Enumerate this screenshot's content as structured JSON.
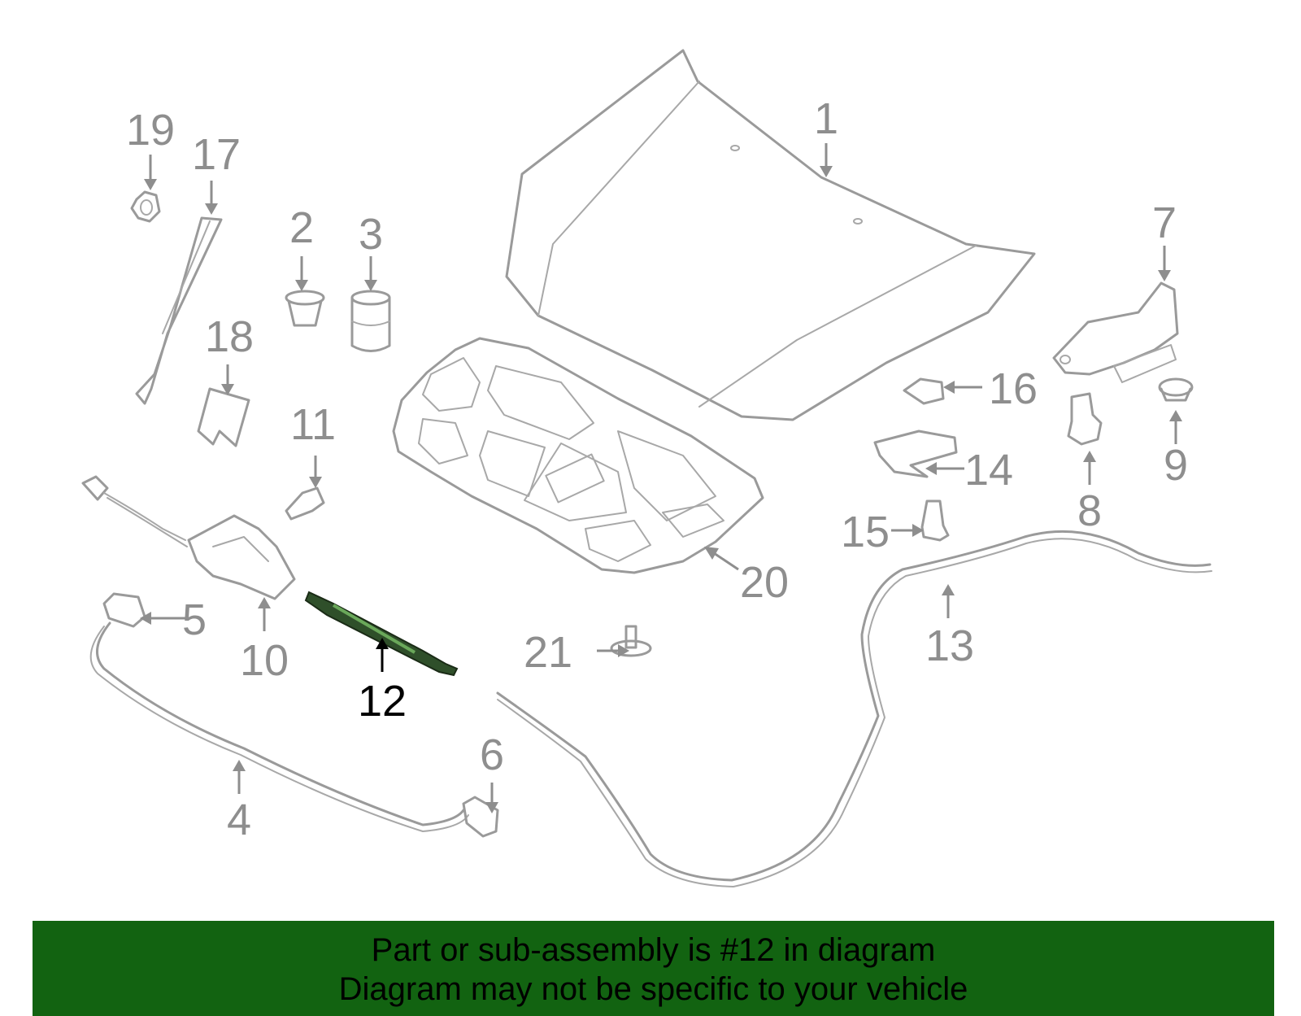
{
  "diagram": {
    "highlighted_part": "12",
    "callouts": [
      "1",
      "2",
      "3",
      "4",
      "5",
      "6",
      "7",
      "8",
      "9",
      "10",
      "11",
      "12",
      "13",
      "14",
      "15",
      "16",
      "17",
      "18",
      "19",
      "20",
      "21"
    ]
  },
  "banner": {
    "line1": "Part or sub-assembly is #12 in diagram",
    "line2": "Diagram may not be specific to your vehicle",
    "background": "#126311"
  },
  "colors": {
    "part_stroke": "#9a9a9a",
    "callout_text": "#8e8e8e",
    "highlight": "#000000"
  }
}
